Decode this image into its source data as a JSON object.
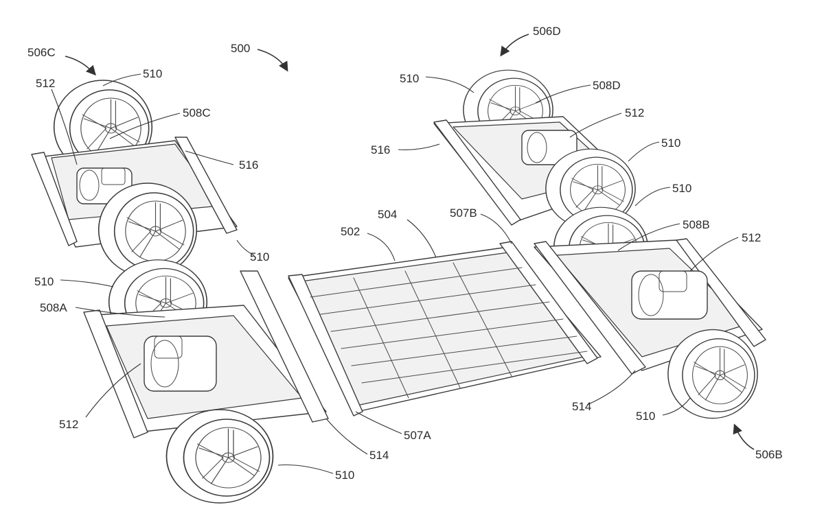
{
  "figure": {
    "labels": {
      "l500": "500",
      "l502": "502",
      "l504": "504",
      "l506A_none": "",
      "l506B": "506B",
      "l506C": "506C",
      "l506D": "506D",
      "l507A": "507A",
      "l507B": "507B",
      "l508A": "508A",
      "l508B": "508B",
      "l508C": "508C",
      "l508D": "508D",
      "l510": "510",
      "l512": "512",
      "l514": "514",
      "l516": "516"
    }
  }
}
